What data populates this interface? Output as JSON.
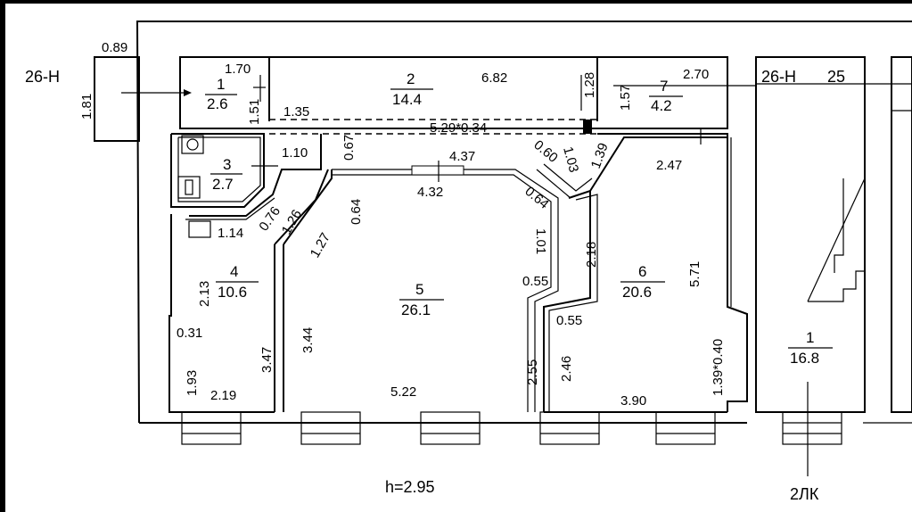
{
  "labels": {
    "apt_26h_left": "26-Н",
    "apt_26h_right": "26-Н",
    "apt_25": "25",
    "height_note": "h=2.95",
    "stair_label": "2ЛК"
  },
  "rooms": [
    {
      "number": "1",
      "area": "2.6"
    },
    {
      "number": "2",
      "area": "14.4"
    },
    {
      "number": "3",
      "area": "2.7"
    },
    {
      "number": "4",
      "area": "10.6"
    },
    {
      "number": "5",
      "area": "26.1"
    },
    {
      "number": "6",
      "area": "20.6"
    },
    {
      "number": "7",
      "area": "4.2"
    },
    {
      "number": "1",
      "area": "16.8"
    }
  ],
  "dimensions": {
    "d_089": "0.89",
    "d_181": "1.81",
    "d_170": "1.70",
    "d_151": "1.51",
    "d_135": "1.35",
    "d_682": "6.82",
    "d_128": "1.28",
    "d_157": "1.57",
    "d_270": "2.70",
    "d_529": "5.29*0.34",
    "d_067": "0.67",
    "d_110": "1.10",
    "d_437": "4.37",
    "d_060": "0.60",
    "d_103": "1.03",
    "d_139a": "1.39",
    "d_247": "2.47",
    "d_064a": "0.64",
    "d_432": "4.32",
    "d_064b": "0.64",
    "d_076": "0.76",
    "d_126": "1.26",
    "d_127": "1.27",
    "d_114": "1.14",
    "d_101": "1.01",
    "d_218": "2.18",
    "d_571": "5.71",
    "d_213": "2.13",
    "d_055a": "0.55",
    "d_055b": "0.55",
    "d_344": "3.44",
    "d_031": "0.31",
    "d_347": "3.47",
    "d_255": "2.55",
    "d_246": "2.46",
    "d_139x040": "1.39*0.40",
    "d_193": "1.93",
    "d_219": "2.19",
    "d_522": "5.22",
    "d_390": "3.90"
  }
}
